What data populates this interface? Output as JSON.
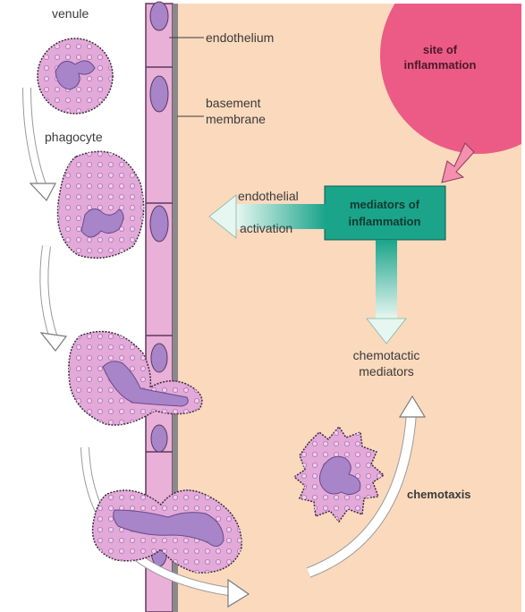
{
  "labels": {
    "venule": "venule",
    "phagocyte": "phagocyte",
    "endothelium": "endothelium",
    "basement_line1": "basement",
    "basement_line2": "membrane",
    "site_line1": "site of",
    "site_line2": "inflammation",
    "mediators_line1": "mediators of",
    "mediators_line2": "inflammation",
    "endothelial_line1": "endothelial",
    "endothelial_line2": "activation",
    "chemotactic_line1": "chemotactic",
    "chemotactic_line2": "mediators",
    "chemotaxis": "chemotaxis"
  },
  "colors": {
    "tissue": "#fbd9bd",
    "venule_wall": "#e9b0d8",
    "basement": "#8a8a8a",
    "cell_fill": "#e2a9d9",
    "nucleus": "#a884c9",
    "site": "#ec5b86",
    "mediators_box": "#1aa48a",
    "arrow_white": "#ffffff"
  }
}
